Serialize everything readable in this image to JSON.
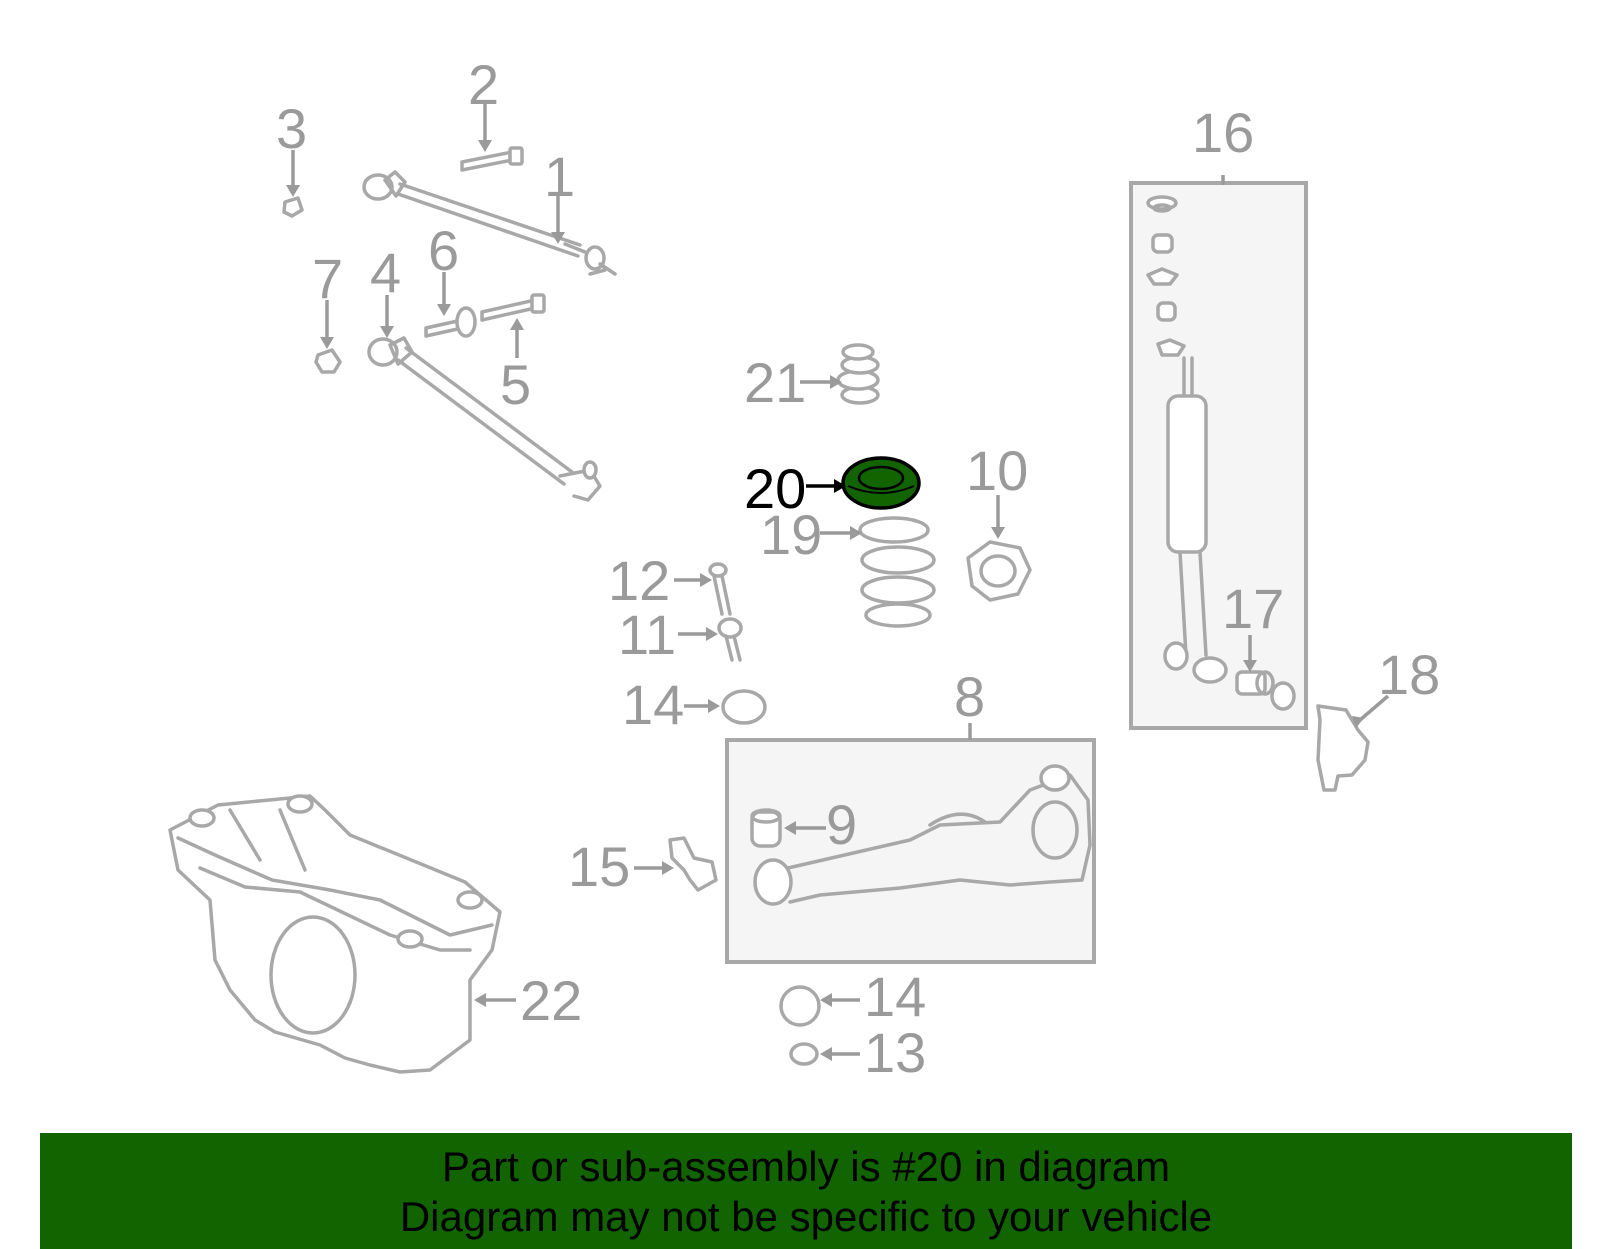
{
  "callouts": {
    "c1": "1",
    "c2": "2",
    "c3": "3",
    "c4": "4",
    "c5": "5",
    "c6": "6",
    "c7": "7",
    "c8": "8",
    "c9": "9",
    "c10": "10",
    "c11": "11",
    "c12": "12",
    "c13": "13",
    "c14a": "14",
    "c14b": "14",
    "c15": "15",
    "c16": "16",
    "c17": "17",
    "c18": "18",
    "c19": "19",
    "c20": "20",
    "c21": "21",
    "c22": "22"
  },
  "highlight": {
    "part_number": "20",
    "color": "#126400"
  },
  "footer": {
    "line1": "Part or sub-assembly is #20 in diagram",
    "line2": "Diagram may not be specific to your vehicle",
    "background": "#126400"
  }
}
